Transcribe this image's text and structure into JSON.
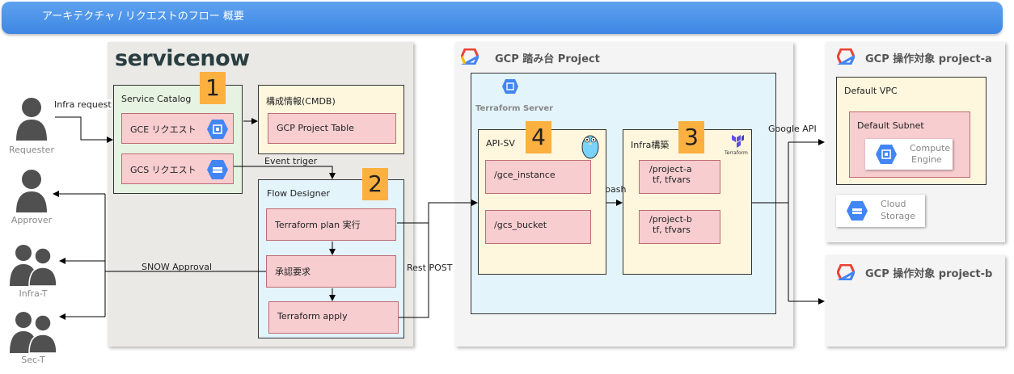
{
  "banner": {
    "title": "アーキテクチャ / リクエストのフロー 概要"
  },
  "actors": {
    "requester": "Requester",
    "approver": "Approver",
    "infra_t": "Infra-T",
    "sec_t": "Sec-T"
  },
  "servicenow": {
    "logo": "servicenow",
    "catalog": {
      "title": "Service Catalog",
      "gce": "GCE リクエスト",
      "gcs": "GCS リクエスト",
      "badge": "1"
    },
    "cmdb": {
      "title": "構成情報(CMDB)",
      "table": "GCP Project Table"
    },
    "flow": {
      "title": "Flow Designer",
      "plan": "Terraform plan 実行",
      "approve": "承認要求",
      "apply": "Terraform apply",
      "badge": "2"
    }
  },
  "gcp_step": {
    "title": "GCP 踏み台 Project",
    "server": "Terraform Server",
    "api": {
      "title": "API-SV",
      "gce": "/gce_instance",
      "gcs": "/gcs_bucket",
      "badge": "4"
    },
    "infra": {
      "title": "Infra構築",
      "a1": "/project-a",
      "a2": "tf, tfvars",
      "b1": "/project-b",
      "b2": "tf, tfvars",
      "badge": "3",
      "tf_logo": "Terraform"
    }
  },
  "project_a": {
    "title": "GCP 操作対象 project-a",
    "vpc": "Default VPC",
    "subnet": "Default Subnet",
    "compute1": "Compute",
    "compute2": "Engine",
    "storage1": "Cloud",
    "storage2": "Storage"
  },
  "project_b": {
    "title": "GCP 操作対象 project-b"
  },
  "edges": {
    "infra_request": "Infra request",
    "event_trigger": "Event triger",
    "snow_approval": "SNOW Approval",
    "rest_post": "Rest POST",
    "bash": "bash",
    "google_api": "Google API"
  },
  "colors": {
    "banner": "#4a90e8",
    "badge": "#fbb040",
    "box_pink": "#f7cdd0",
    "box_yellow": "#fef7de",
    "box_green": "#e6f3e2",
    "box_blue": "#e3f4fb",
    "gcp_blue": "#4285f4"
  }
}
